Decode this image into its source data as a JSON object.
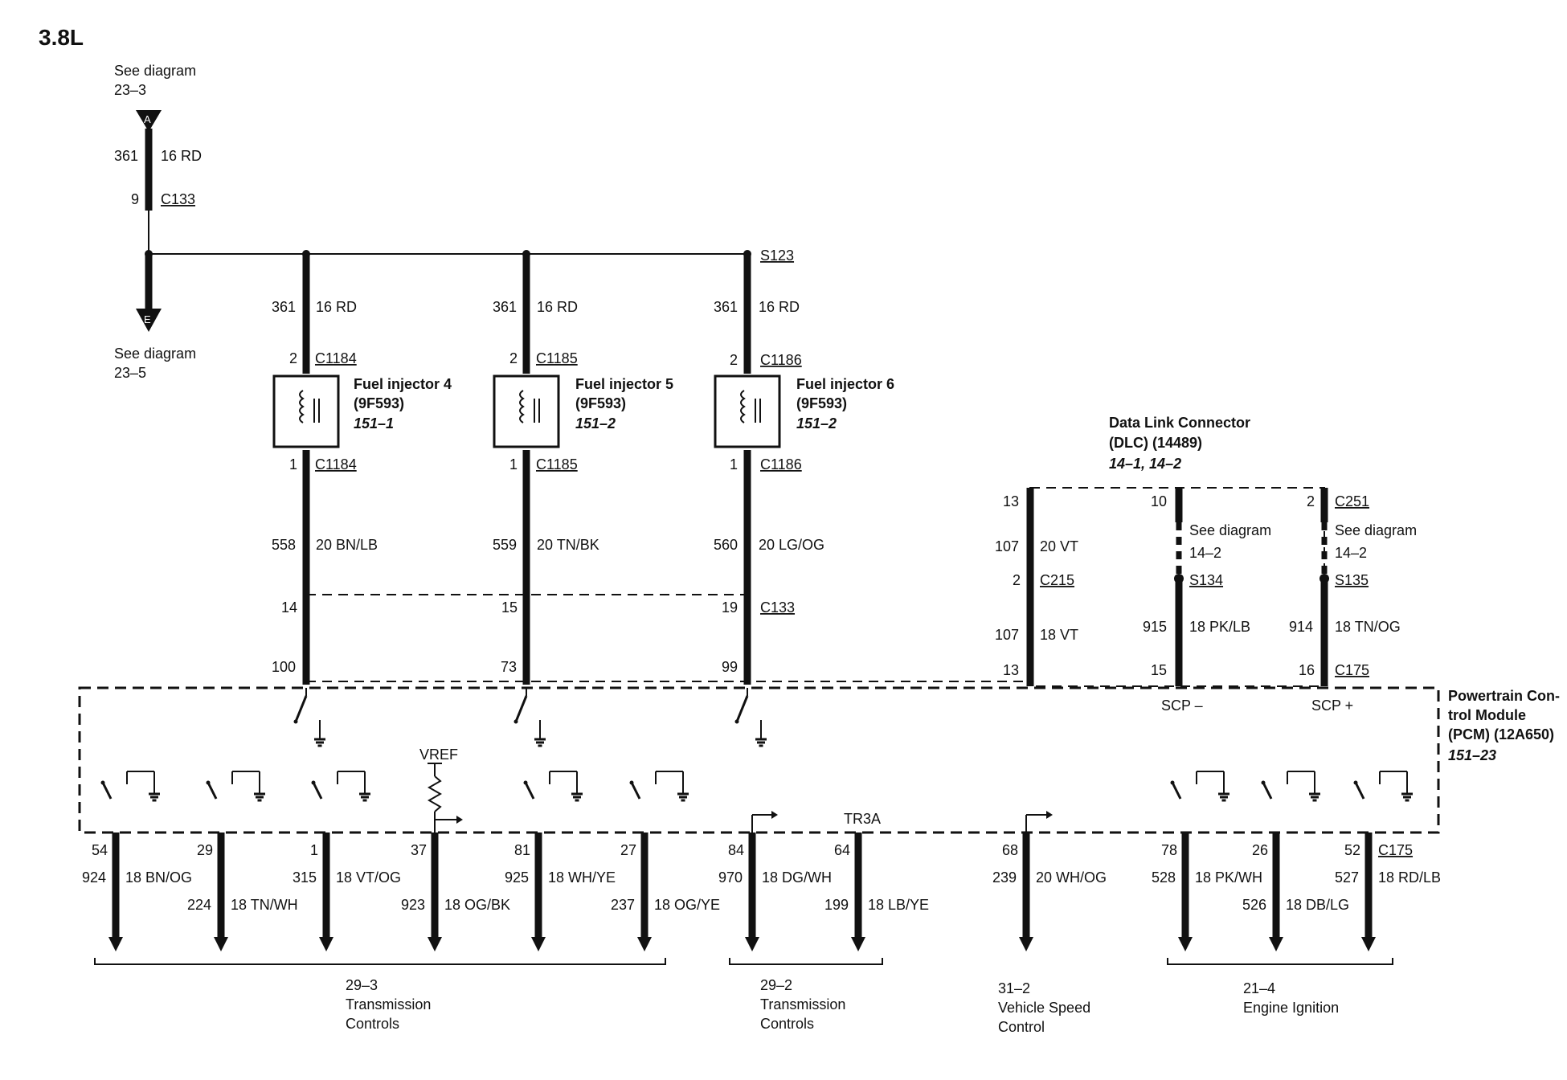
{
  "title": "3.8L",
  "ref_a": {
    "see": "See diagram",
    "page": "23–3",
    "letter": "A",
    "circuit": "361",
    "wire": "16 RD",
    "pin": "9",
    "connector": "C133"
  },
  "ref_e": {
    "see": "See diagram",
    "page": "23–5",
    "letter": "E"
  },
  "splice": "S123",
  "injectors": [
    {
      "circuit_top": "361",
      "wire_top": "16 RD",
      "pin_top": "2",
      "conn": "C1184",
      "name": "Fuel injector 4",
      "part": "(9F593)",
      "ref": "151–1",
      "pin_bot": "1",
      "circuit_bot": "558",
      "wire_bot": "20 BN/LB",
      "pin_c133": "14",
      "pcm_pin": "100"
    },
    {
      "circuit_top": "361",
      "wire_top": "16 RD",
      "pin_top": "2",
      "conn": "C1185",
      "name": "Fuel injector 5",
      "part": "(9F593)",
      "ref": "151–2",
      "pin_bot": "1",
      "circuit_bot": "559",
      "wire_bot": "20 TN/BK",
      "pin_c133": "15",
      "pcm_pin": "73"
    },
    {
      "circuit_top": "361",
      "wire_top": "16 RD",
      "pin_top": "2",
      "conn": "C1186",
      "name": "Fuel injector 6",
      "part": "(9F593)",
      "ref": "151–2",
      "pin_bot": "1",
      "circuit_bot": "560",
      "wire_bot": "20 LG/OG",
      "pin_c133": "19",
      "pcm_pin": "99"
    }
  ],
  "c133_label": "C133",
  "dlc": {
    "name": "Data Link Connector",
    "part": "(DLC) (14489)",
    "ref": "14–1, 14–2",
    "w1": {
      "pin_top": "13",
      "circuit_a": "107",
      "wire_a": "20 VT",
      "pin_mid": "2",
      "conn_mid": "C215",
      "circuit_b": "107",
      "wire_b": "18 VT",
      "pin_bot": "13"
    },
    "w2": {
      "pin_top": "10",
      "see": "See diagram",
      "page": "14–2",
      "splice": "S134",
      "circuit": "915",
      "wire": "18 PK/LB",
      "pin_bot": "15",
      "label": "SCP –"
    },
    "w3": {
      "pin_top": "2",
      "conn_top": "C251",
      "see": "See diagram",
      "page": "14–2",
      "splice": "S135",
      "circuit": "914",
      "wire": "18 TN/OG",
      "pin_bot": "16",
      "conn_bot": "C175",
      "label": "SCP +"
    }
  },
  "pcm": {
    "line1": "Powertrain Con-",
    "line2": "trol Module",
    "line3": "(PCM) (12A650)",
    "ref": "151–23",
    "vref": "VREF",
    "tr3a": "TR3A"
  },
  "outputs": [
    {
      "pin": "54",
      "circuit": "924",
      "wire": "18 BN/OG"
    },
    {
      "pin": "29",
      "circuit": "224",
      "wire": "18 TN/WH"
    },
    {
      "pin": "1",
      "circuit": "315",
      "wire": "18 VT/OG"
    },
    {
      "pin": "37",
      "circuit": "923",
      "wire": "18 OG/BK"
    },
    {
      "pin": "81",
      "circuit": "925",
      "wire": "18 WH/YE"
    },
    {
      "pin": "27",
      "circuit": "237",
      "wire": "18 OG/YE"
    },
    {
      "pin": "84",
      "circuit": "970",
      "wire": "18 DG/WH"
    },
    {
      "pin": "64",
      "circuit": "199",
      "wire": "18 LB/YE"
    },
    {
      "pin": "68",
      "circuit": "239",
      "wire": "20 WH/OG"
    },
    {
      "pin": "78",
      "circuit": "528",
      "wire": "18 PK/WH"
    },
    {
      "pin": "26",
      "circuit": "526",
      "wire": "18 DB/LG"
    },
    {
      "pin": "52",
      "circuit": "527",
      "wire": "18 RD/LB",
      "conn": "C175"
    }
  ],
  "groups": [
    {
      "page": "29–3",
      "line1": "Transmission",
      "line2": "Controls"
    },
    {
      "page": "29–2",
      "line1": "Transmission",
      "line2": "Controls"
    },
    {
      "page": "31–2",
      "line1": "Vehicle Speed",
      "line2": "Control"
    },
    {
      "page": "21–4",
      "line1": "Engine Ignition",
      "line2": ""
    }
  ]
}
